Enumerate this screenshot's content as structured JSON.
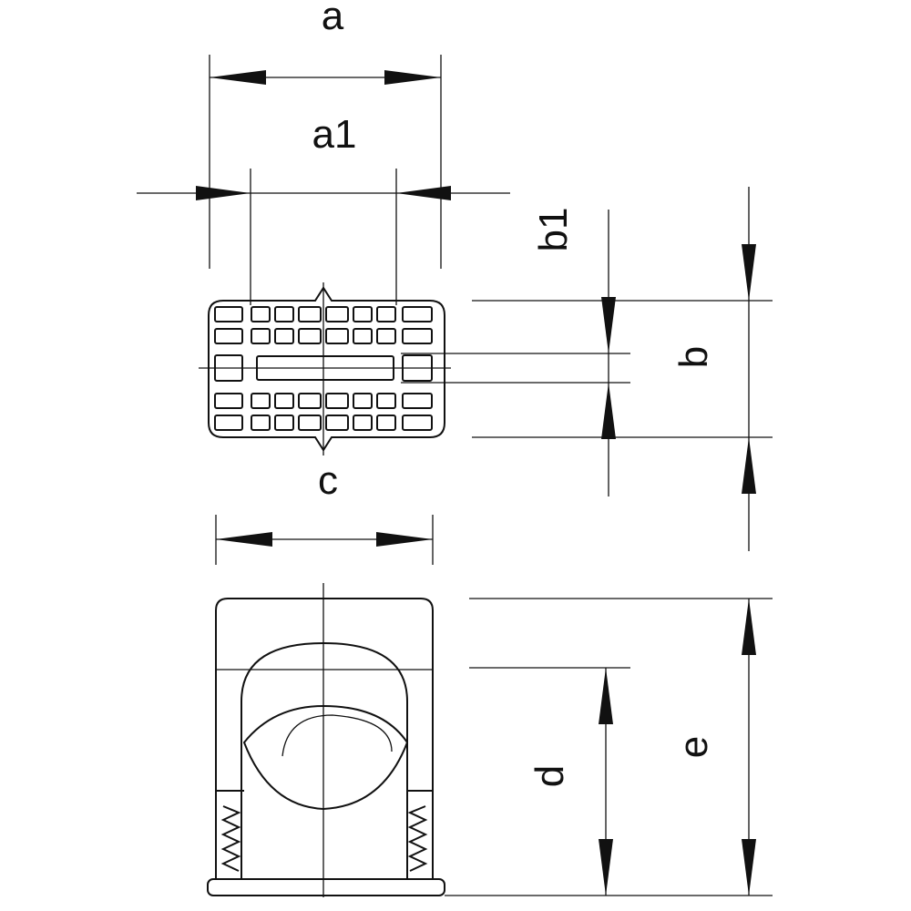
{
  "labels": {
    "a": "a",
    "a1": "a1",
    "b1": "b1",
    "b": "b",
    "c": "c",
    "d": "d",
    "e": "e"
  }
}
